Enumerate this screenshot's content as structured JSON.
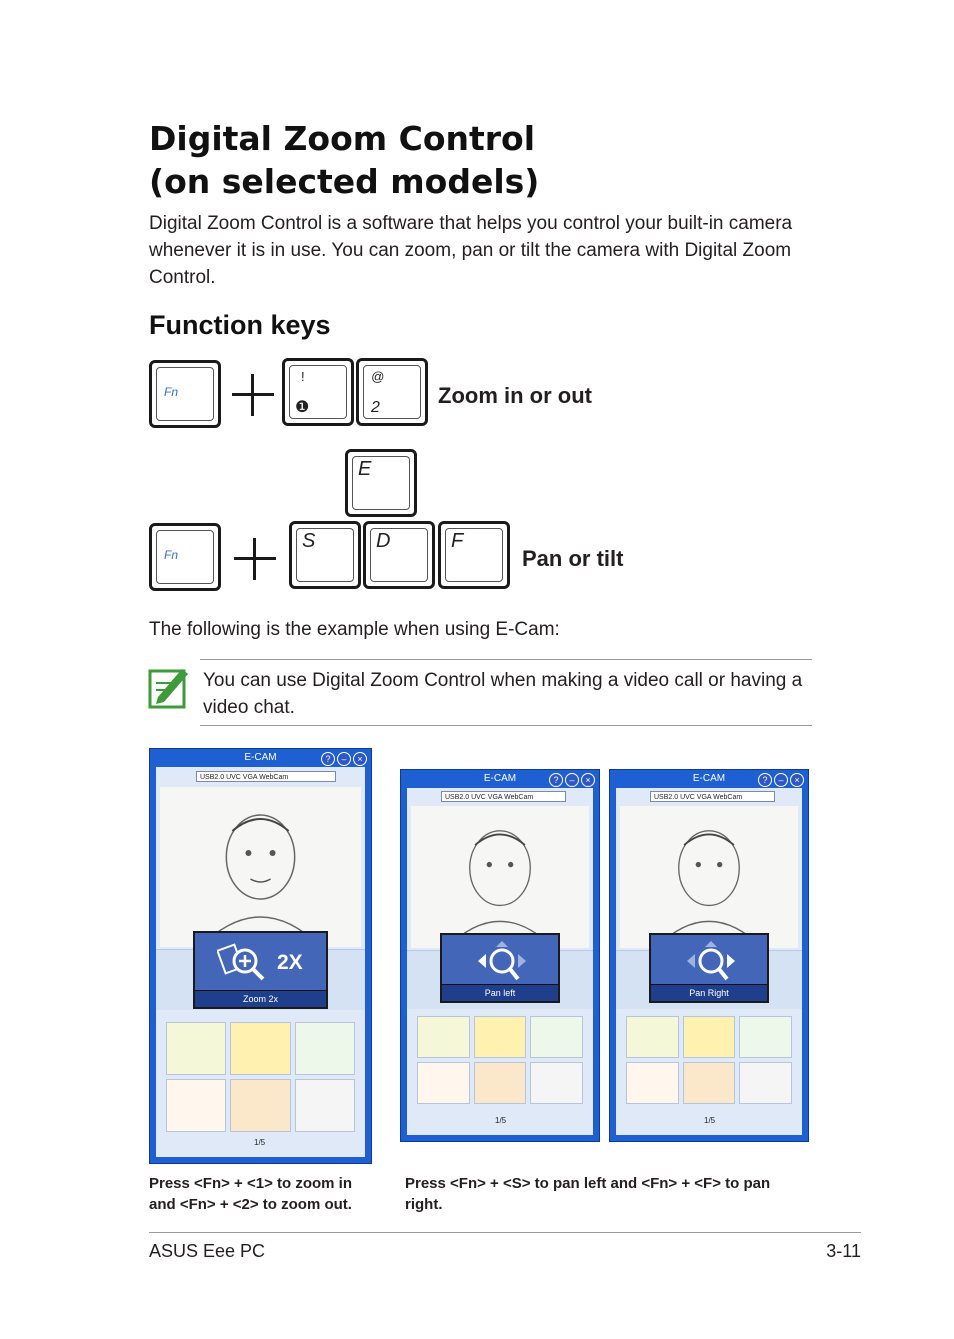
{
  "title_line1": "Digital Zoom Control",
  "title_line2": "(on selected models)",
  "intro": "Digital Zoom Control is a software that helps you control your built-in camera whenever it is in use. You can zoom, pan or tilt the camera with Digital Zoom Control.",
  "section_heading": "Function keys",
  "keys": {
    "fn": "Fn",
    "one_top": "!",
    "one_bottom": "❶",
    "two_top": "@",
    "two_bottom": "2",
    "e": "E",
    "s": "S",
    "d": "D",
    "f": "F"
  },
  "zoom_label": "Zoom in or out",
  "pan_label": "Pan or tilt",
  "example_text": "The following is the example when using E-Cam:",
  "note_text": "You can use Digital Zoom Control when making a video call or having a video chat.",
  "ecam": {
    "title": "E-CAM",
    "device_wide": "USB2.0 UVC VGA WebCam",
    "device": "USB2.0 UVC VGA WebCam",
    "page": "1/5",
    "zoom_osd_text": "2X",
    "zoom_osd_label": "Zoom 2x",
    "pan_left_label": "Pan left",
    "pan_right_label": "Pan Right",
    "help_btn": "?",
    "min_btn": "–",
    "close_btn": "×"
  },
  "caption_zoom": "Press <Fn> + <1> to zoom in and <Fn> + <2> to zoom out.",
  "caption_pan": "Press <Fn> + <S> to pan left and <Fn> + <F> to pan right.",
  "footer_left": "ASUS Eee PC",
  "footer_right": "3-11",
  "colors": {
    "ecam_frame": "#1e5fd1",
    "osd_blue": "#4466b8",
    "note_icon_green": "#3f9a3a"
  }
}
